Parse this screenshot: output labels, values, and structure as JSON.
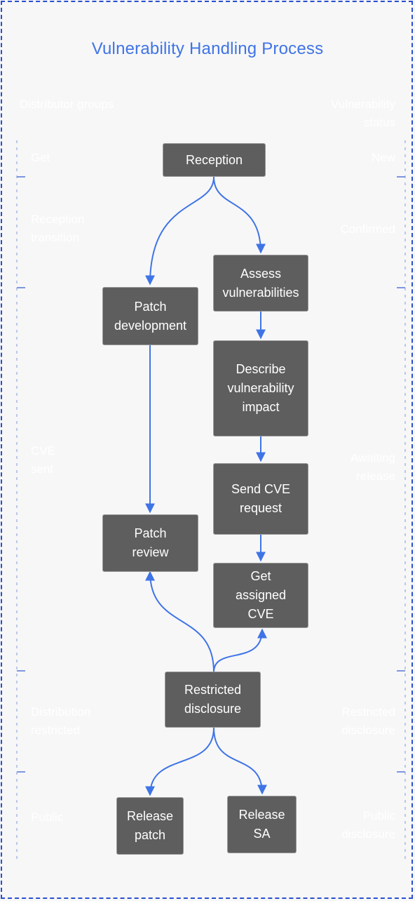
{
  "title": "Vulnerability Handling Process",
  "lanes": {
    "left_header": "Distributor groups",
    "right_header": "Vulnerability\nstatus",
    "left": [
      "Get",
      "Reception\ntransition",
      "",
      "CVE\nsent",
      "",
      "Distribution\nrestricted",
      "Public"
    ],
    "right": [
      "New",
      "Confirmed",
      "Awaiting\nrelease",
      "Restricted\ndisclosure",
      "Public\ndisclosure"
    ]
  },
  "nodes": {
    "reception": "Reception",
    "assess": "Assess\nvulnerabilities",
    "patch_dev": "Patch\ndevelopment",
    "describe": "Describe\nvulnerability\nimpact",
    "send_cve": "Send CVE\nrequest",
    "patch_review": "Patch\nreview",
    "get_cve": "Get\nassigned\nCVE",
    "restricted": "Restricted\ndisclosure",
    "release_patch": "Release\npatch",
    "release_sa": "Release\nSA"
  },
  "colors": {
    "accent": "#3f74e6",
    "node_fill": "#5e5e5e",
    "frame": "#2a4fd0",
    "background": "#f7f7f7"
  }
}
